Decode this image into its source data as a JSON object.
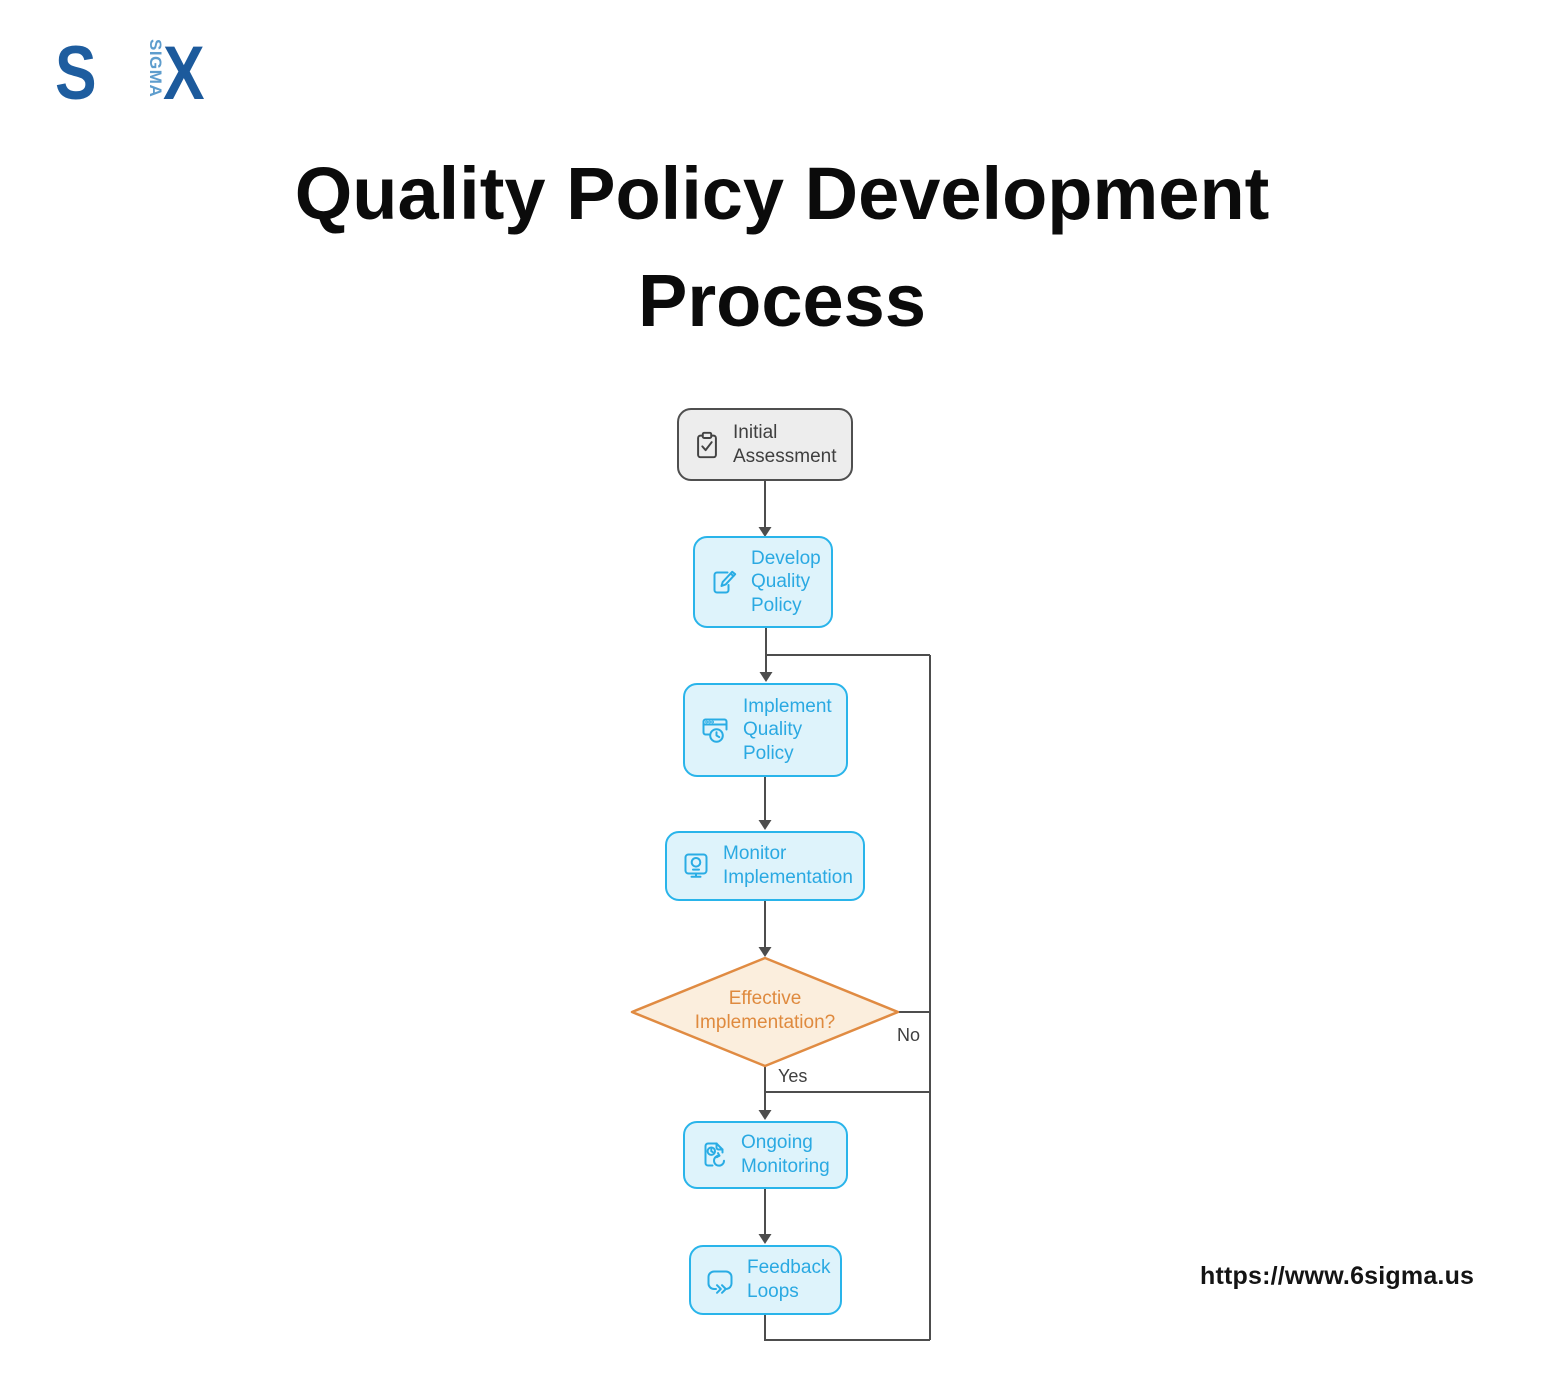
{
  "logo": {
    "s": "S",
    "sigma": "SIGMA",
    "x": "X"
  },
  "title": {
    "line1": "Quality Policy Development",
    "line2": "Process"
  },
  "flowchart": {
    "nodes": {
      "initial": {
        "label": "Initial\nAssessment",
        "icon": "clipboard-check-icon"
      },
      "develop": {
        "label": "Develop\nQuality\nPolicy",
        "icon": "edit-document-icon"
      },
      "implement": {
        "label": "Implement\nQuality\nPolicy",
        "icon": "window-clock-icon"
      },
      "monitor": {
        "label": "Monitor\nImplementation",
        "icon": "monitor-icon"
      },
      "ongoing": {
        "label": "Ongoing\nMonitoring",
        "icon": "document-refresh-icon"
      },
      "feedback": {
        "label": "Feedback\nLoops",
        "icon": "loop-arrow-icon"
      }
    },
    "decision": {
      "label": "Effective\nImplementation?"
    },
    "edge_labels": {
      "yes": "Yes",
      "no": "No"
    },
    "colors": {
      "node_fill": "#def3fb",
      "node_border": "#29b4ea",
      "node_text": "#2aa9e2",
      "start_fill": "#ededed",
      "start_border": "#4f4f4f",
      "start_text": "#3f3f3f",
      "decision_fill": "#fbeedd",
      "decision_border": "#e08b42",
      "decision_text": "#df8a3e",
      "connector_line": "#4d4d4d",
      "logo_dark_blue": "#1e5d9f",
      "logo_light_blue": "#5e9dcd"
    }
  },
  "footer": {
    "url": "https://www.6sigma.us"
  }
}
